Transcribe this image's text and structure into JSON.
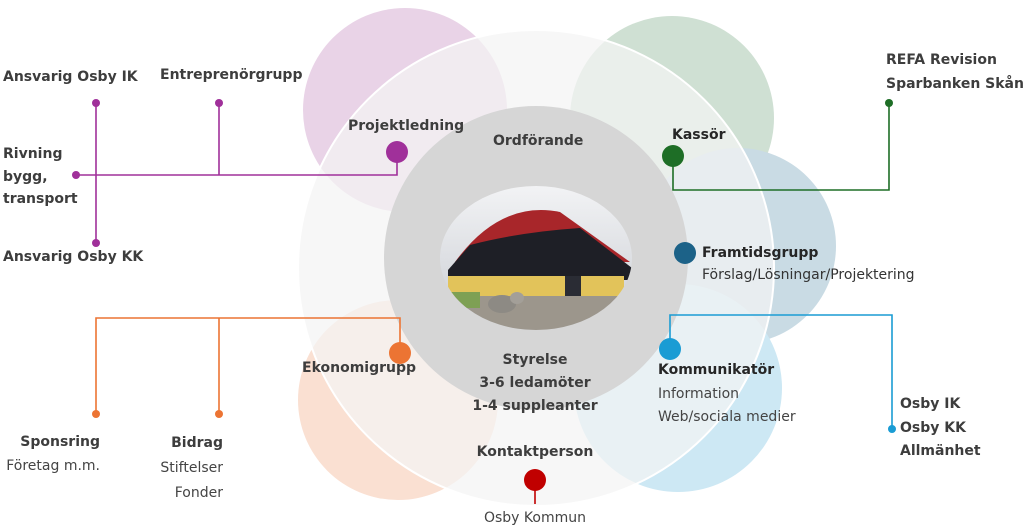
{
  "colors": {
    "purple": "#a0309a",
    "green": "#1e6e26",
    "steel_blue": "#1c6288",
    "light_blue": "#1a9cd4",
    "orange": "#ec7433",
    "red": "#c00000",
    "ring_gray": "#d6d6d6",
    "outer_gray": "#f3f3f3",
    "text": "#3d3d3d"
  },
  "center": {
    "top_label": "Ordförande",
    "bottom_lines": [
      "Styrelse",
      "3-6 ledamöter",
      "1-4 suppleanter"
    ],
    "photo": "arena-building-photo"
  },
  "projektledning": {
    "label": "Projektledning",
    "branches": {
      "ansvarig_ik": "Ansvarig Osby IK",
      "entreprenor": "Entreprenörgrupp",
      "rivning": [
        "Rivning",
        "bygg,",
        "transport"
      ],
      "ansvarig_kk": "Ansvarig Osby KK"
    }
  },
  "kassor": {
    "label": "Kassör",
    "branch": [
      "REFA Revision",
      "Sparbanken Skåne"
    ]
  },
  "framtidsgrupp": {
    "label": "Framtidsgrupp",
    "sub": "Förslag/Lösningar/Projektering"
  },
  "kommunikator": {
    "label": "Kommunikatör",
    "sub": [
      "Information",
      "Web/sociala medier"
    ],
    "branch": [
      "Osby IK",
      "Osby KK",
      "Allmänhet"
    ]
  },
  "ekonomigrupp": {
    "label": "Ekonomigrupp",
    "sponsring": {
      "title": "Sponsring",
      "sub": "Företag m.m."
    },
    "bidrag": {
      "title": "Bidrag",
      "sub": [
        "Stiftelser",
        "Fonder"
      ]
    }
  },
  "kontaktperson": {
    "label": "Kontaktperson",
    "branch": "Osby Kommun"
  }
}
